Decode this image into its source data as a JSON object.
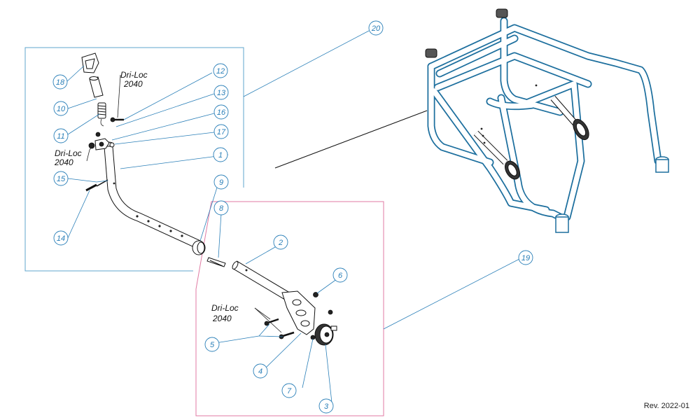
{
  "callouts": [
    "1",
    "2",
    "3",
    "4",
    "5",
    "6",
    "7",
    "8",
    "9",
    "10",
    "11",
    "12",
    "13",
    "14",
    "15",
    "16",
    "17",
    "18",
    "19",
    "20"
  ],
  "notes": {
    "driloc_top_line1": "Dri-Loc",
    "driloc_top_line2": "2040",
    "driloc_left_line1": "Dri-Loc",
    "driloc_left_line2": "2040",
    "driloc_bottom_line1": "Dri-Loc",
    "driloc_bottom_line2": "2040"
  },
  "revision": "Rev. 2022-01",
  "colors": {
    "callout": "#2a7fb8",
    "box_upper": "#5fa6cc",
    "box_lower": "#e07aa3",
    "frame": "#1d6f9e"
  }
}
